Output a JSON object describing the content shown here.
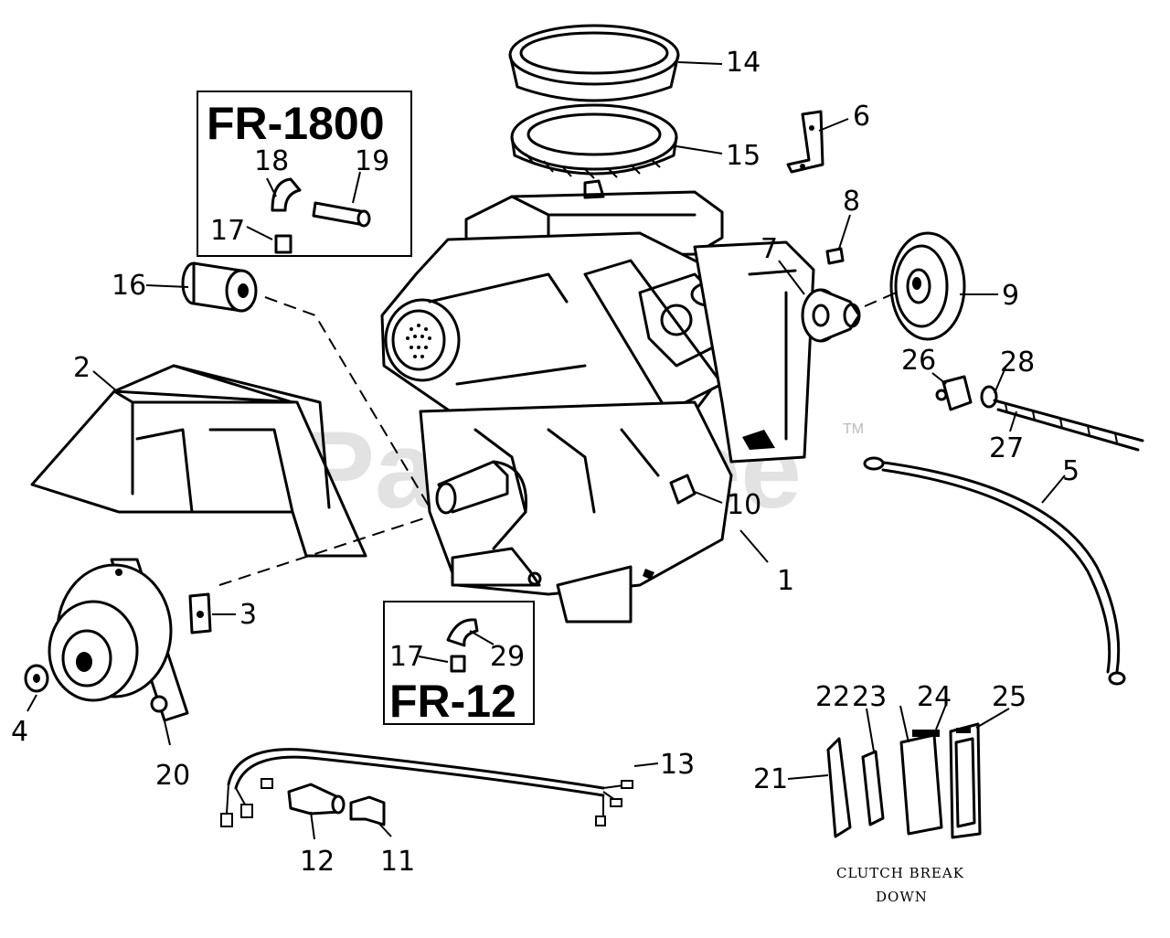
{
  "watermark": {
    "text": "PartsTree",
    "tm": "TM"
  },
  "insets": {
    "fr1800": {
      "title": "FR-1800"
    },
    "fr12": {
      "title": "FR-12"
    }
  },
  "caption": {
    "line1": "CLUTCH BREAK",
    "line2": "DOWN"
  },
  "labels": {
    "p1": "1",
    "p2": "2",
    "p3": "3",
    "p4": "4",
    "p5": "5",
    "p6": "6",
    "p7": "7",
    "p8": "8",
    "p9": "9",
    "p10": "10",
    "p11": "11",
    "p12": "12",
    "p13": "13",
    "p14": "14",
    "p15": "15",
    "p16": "16",
    "p17a": "17",
    "p17b": "17",
    "p18": "18",
    "p19": "19",
    "p20": "20",
    "p21": "21",
    "p22": "22",
    "p23": "23",
    "p24": "24",
    "p25": "25",
    "p26": "26",
    "p27": "27",
    "p28": "28",
    "p29": "29"
  }
}
